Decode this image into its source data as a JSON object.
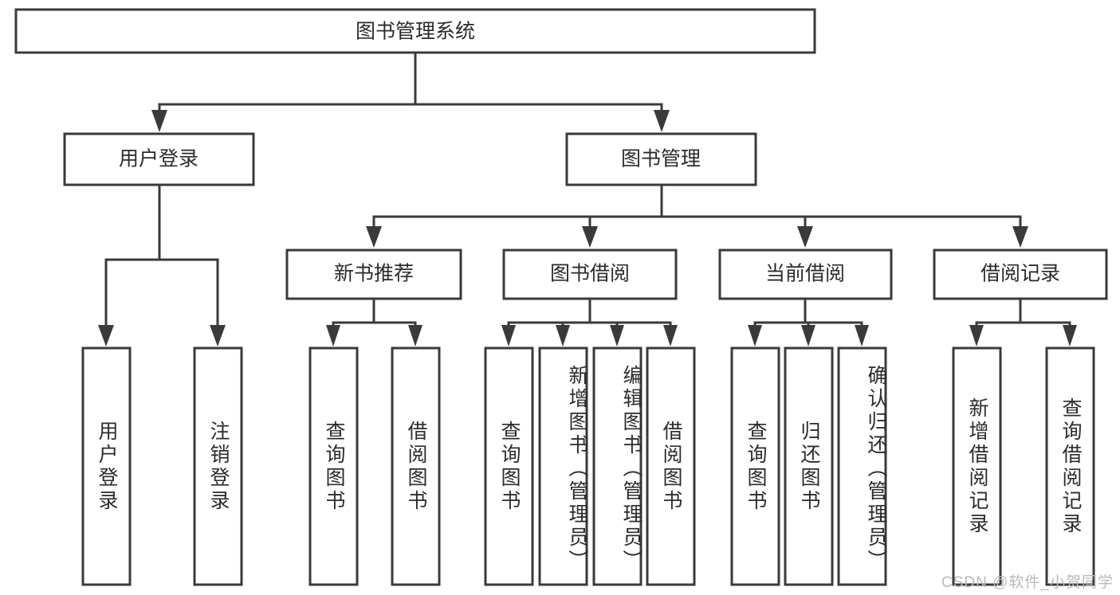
{
  "diagram": {
    "title": "图书管理系统",
    "watermark": "CSDN @软件_小贺同学",
    "root": {
      "label": "图书管理系统"
    },
    "level2": [
      {
        "label": "用户登录"
      },
      {
        "label": "图书管理"
      }
    ],
    "level3": [
      {
        "label": "新书推荐"
      },
      {
        "label": "图书借阅"
      },
      {
        "label": "当前借阅"
      },
      {
        "label": "借阅记录"
      }
    ],
    "leaves": [
      {
        "label": "用户登录",
        "parent": "用户登录"
      },
      {
        "label": "注销登录",
        "parent": "用户登录"
      },
      {
        "label": "查询图书",
        "parent": "新书推荐"
      },
      {
        "label": "借阅图书",
        "parent": "新书推荐"
      },
      {
        "label": "查询图书",
        "parent": "图书借阅"
      },
      {
        "label": "新增图书（管理员）",
        "parent": "图书借阅"
      },
      {
        "label": "编辑图书（管理员）",
        "parent": "图书借阅"
      },
      {
        "label": "借阅图书",
        "parent": "图书借阅"
      },
      {
        "label": "查询图书",
        "parent": "当前借阅"
      },
      {
        "label": "归还图书",
        "parent": "当前借阅"
      },
      {
        "label": "确认归还（管理员）",
        "parent": "当前借阅"
      },
      {
        "label": "新增借阅记录",
        "parent": "借阅记录"
      },
      {
        "label": "查询借阅记录",
        "parent": "借阅记录"
      }
    ],
    "colors": {
      "stroke": "#3a3a3a",
      "fill": "#ffffff",
      "text": "#2b2b2b",
      "watermark": "#b9b9b9"
    }
  }
}
